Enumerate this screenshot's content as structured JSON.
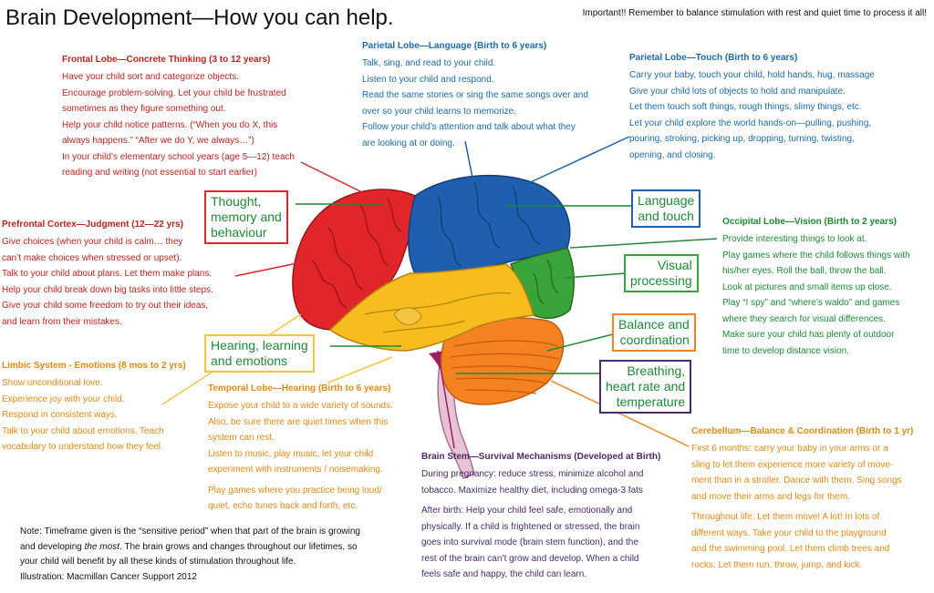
{
  "header": {
    "title": "Brain Development—How you can help.",
    "important": "Important!! Remember to balance stimulation with rest and quiet time to process it all!"
  },
  "sections": {
    "frontal": {
      "title": "Frontal Lobe—Concrete Thinking (3 to 12 years)",
      "lines": [
        "Have your child sort and categorize objects.",
        "Encourage problem-solving. Let your child be frustrated",
        "sometimes as they figure something out.",
        "Help your child notice patterns. (“When you do X, this",
        "always happens.” “After we do Y, we always…”)",
        "In your child’s elementary school years (age 5—12) teach",
        "reading and writing (not essential to start earlier)"
      ]
    },
    "parietal_language": {
      "title": "Parietal Lobe—Language (Birth to 6 years)",
      "lines": [
        "Talk, sing, and read to your child.",
        "Listen to your child and respond.",
        "Read the same stories or sing the same songs over and",
        "over  so your child learns to memorize.",
        "Follow your child’s attention and talk about what they",
        "are looking at or doing."
      ]
    },
    "parietal_touch": {
      "title": "Parietal Lobe—Touch (Birth to 6 years)",
      "lines": [
        "Carry your baby, touch your child, hold hands, hug, massage",
        "Give your child lots of objects to hold and manipulate.",
        "Let them touch soft things, rough things, slimy things, etc.",
        "Let your child explore the world hands-on—pulling, pushing,",
        "pouring, stroking, picking up, dropping, turning, twisting,",
        "opening, and closing."
      ]
    },
    "prefrontal": {
      "title": "Prefrontal Cortex—Judgment (12—22 yrs)",
      "lines": [
        "Give choices (when your child is calm…  they",
        "can’t make choices when stressed or upset).",
        "Talk to your child about plans. Let them make plans.",
        "Help your child break down big tasks into little steps.",
        "Give your child some freedom to try out their ideas,",
        "and learn from their mistakes."
      ]
    },
    "occipital": {
      "title": "Occipital Lobe—Vision (Birth to 2 years)",
      "lines": [
        "Provide interesting things to look at.",
        "Play games where the child follows things with",
        "his/her eyes. Roll the ball, throw the ball.",
        "Look at pictures and small items up close.",
        "Play “I spy” and “where’s waldo” and games",
        "where they search for visual differences.",
        "Make sure your child has plenty of outdoor",
        "time to develop distance vision."
      ]
    },
    "limbic": {
      "title": "Limbic System  - Emotions (8 mos to 2 yrs)",
      "lines": [
        "Show unconditional love.",
        "Experience joy with your child.",
        "Respond in consistent ways.",
        "Talk to your child about emotions. Teach",
        "vocabulary to understand how they feel."
      ]
    },
    "temporal": {
      "title": "Temporal Lobe—Hearing (Birth to 6 years)",
      "lines": [
        "Expose your child to a wide variety of sounds.",
        "Also, be sure there are quiet times when this",
        "system can rest.",
        "Listen to music, play music, let your child",
        "experiment with instruments / noisemaking."
      ],
      "lines2": [
        "Play games where you practice being loud/",
        "quiet, echo tunes back and forth, etc."
      ]
    },
    "brainstem": {
      "title": "Brain Stem—Survival Mechanisms (Developed at Birth)",
      "lines": [
        "During pregnancy: reduce stress, minimize alcohol and",
        "tobacco. Maximize healthy diet, including omega-3 fats"
      ],
      "lines2": [
        "After birth: Help your child feel safe, emotionally and",
        "physically. If a child is frightened or stressed, the brain",
        "goes into survival mode (brain stem function), and the",
        "rest of the brain can’t grow and develop. When a child",
        "feels safe and happy, the child can learn."
      ]
    },
    "cerebellum": {
      "title": "Cerebellum—Balance & Coordination (Birth to 1 yr)",
      "lines": [
        "First 6 months: carry your baby in your arms or a",
        "sling to let them experience more variety of move-",
        "ment than in a stroller. Dance with them. Sing songs",
        "and move their arms and legs for them."
      ],
      "lines2": [
        "Throughout life: Let them move! A lot! In lots of",
        "different ways. Take your child to the playground",
        "and the swimming pool. Let them climb trees and",
        "rocks. Let them run, throw, jump, and kick."
      ]
    }
  },
  "boxes": {
    "thought": [
      "Thought,",
      "memory and",
      "behaviour"
    ],
    "language": [
      "Language",
      "and touch"
    ],
    "visual": [
      "Visual",
      "processing"
    ],
    "hearing": [
      "Hearing, learning",
      "and emotions"
    ],
    "balance": [
      "Balance and",
      "coordination"
    ],
    "breathing": [
      "Breathing,",
      "heart rate and",
      "temperature"
    ]
  },
  "note": {
    "line1": "Note: Timeframe given is the “sensitive period” when that part of the brain is growing",
    "line2_a": "and developing ",
    "line2_em": "the most",
    "line2_b": ". The brain grows and changes throughout our lifetimes, so",
    "line3": "your child will benefit by all these kinds of stimulation throughout life.",
    "line4": "Illustration: Macmillan Cancer Support 2012"
  },
  "colors": {
    "frontal": "#e0262b",
    "parietal": "#1f5fb0",
    "occipital": "#3aa33a",
    "temporal": "#f7bd1e",
    "cerebellum": "#f58220",
    "brainstem": "#9e1f63",
    "limbic": "#f4c542",
    "spinal": "#d6b0c4"
  }
}
